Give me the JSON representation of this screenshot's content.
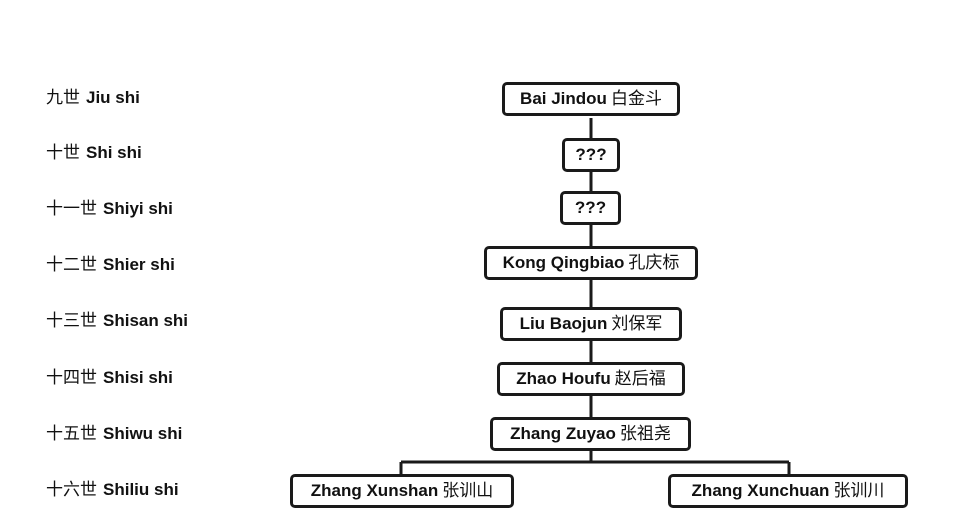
{
  "generations": [
    {
      "cn": "九世",
      "en": "Jiu shi"
    },
    {
      "cn": "十世",
      "en": "Shi shi"
    },
    {
      "cn": "十一世",
      "en": "Shiyi shi"
    },
    {
      "cn": "十二世",
      "en": "Shier shi"
    },
    {
      "cn": "十三世",
      "en": "Shisan shi"
    },
    {
      "cn": "十四世",
      "en": "Shisi shi"
    },
    {
      "cn": "十五世",
      "en": "Shiwu shi"
    },
    {
      "cn": "十六世",
      "en": "Shiliu shi"
    }
  ],
  "people": [
    {
      "en": "Bai Jindou",
      "cn": "白金斗"
    },
    {
      "en": "???",
      "cn": ""
    },
    {
      "en": "???",
      "cn": ""
    },
    {
      "en": "Kong Qingbiao",
      "cn": "孔庆标"
    },
    {
      "en": "Liu Baojun",
      "cn": "刘保军"
    },
    {
      "en": "Zhao Houfu",
      "cn": "赵后福"
    },
    {
      "en": "Zhang Zuyao",
      "cn": "张祖尧"
    },
    {
      "en": "Zhang Xunshan",
      "cn": "张训山"
    },
    {
      "en": "Zhang Xunchuan",
      "cn": "张训川"
    }
  ]
}
